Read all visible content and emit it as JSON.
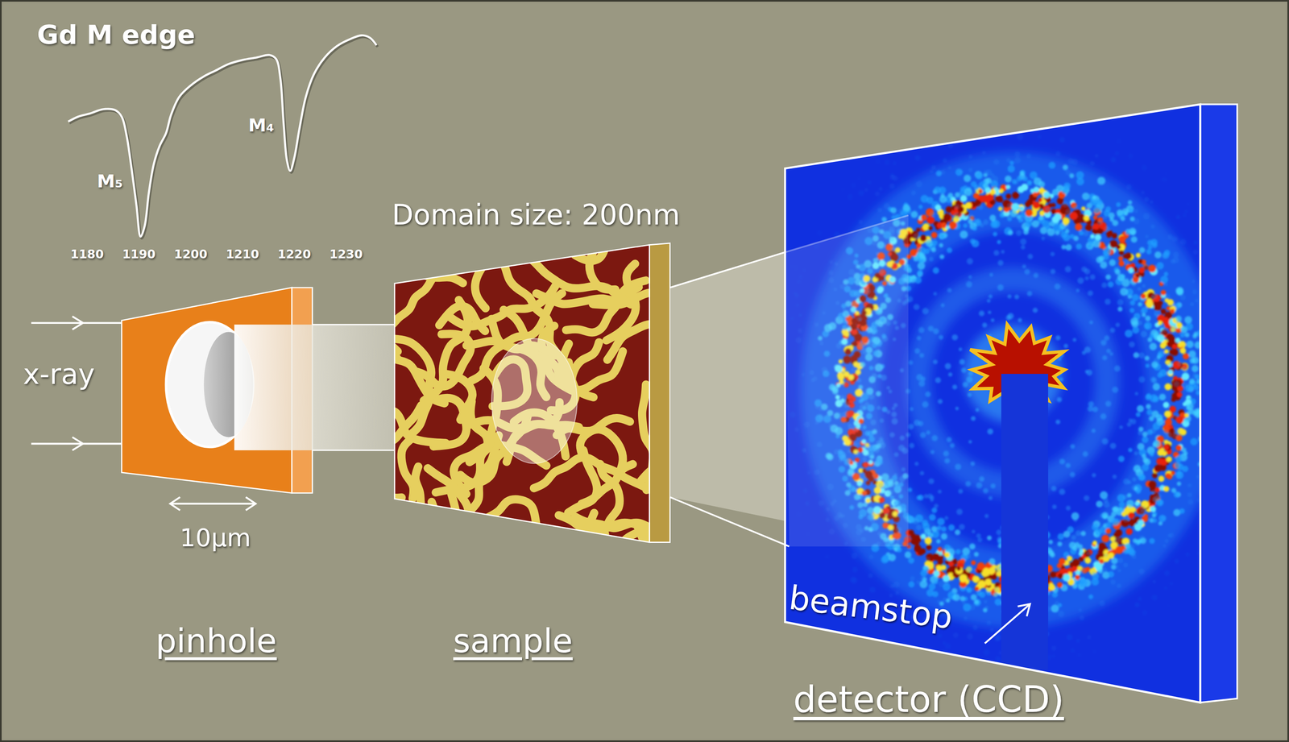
{
  "diagram": {
    "nodes": [
      {
        "text": [
          "pinhole"
        ]
      },
      {
        "text": [
          "Domain size: 200nm",
          "sample"
        ]
      },
      {
        "text": [
          "beamstop",
          "detector (CCD)"
        ]
      }
    ],
    "labels": [
      "Gd M edge",
      "M₅",
      "M₄",
      "1180",
      "1190",
      "1200",
      "1210",
      "1220",
      "1230",
      "x-ray",
      "10μm"
    ]
  }
}
